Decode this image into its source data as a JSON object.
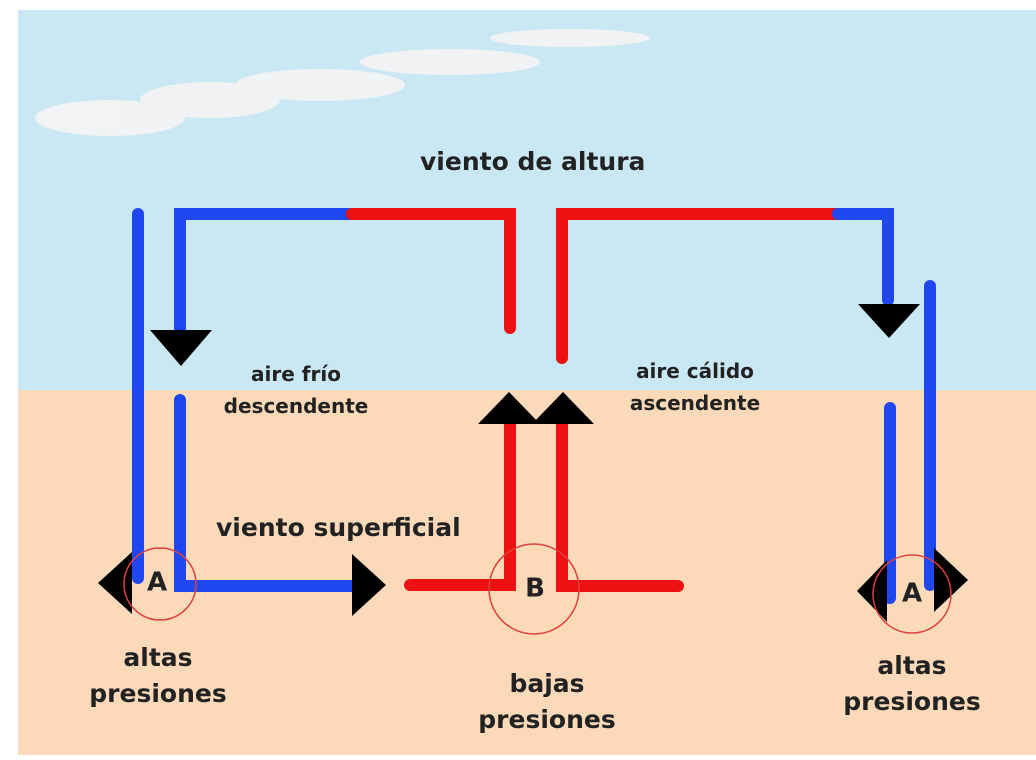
{
  "colors": {
    "sky": "#c9e8f4",
    "ground": "#fbd9b9",
    "cold_air": "#1e47f0",
    "warm_air": "#ee1111",
    "arrow": "#000000",
    "pressure_ring": "#e04040",
    "cloud": "#f3f3f3"
  },
  "labels": {
    "upper_wind": "viento de altura",
    "cold_air_line1": "aire frío",
    "cold_air_line2": "descendente",
    "warm_air_line1": "aire cálido",
    "warm_air_line2": "ascendente",
    "surface_wind": "viento superficial"
  },
  "pressure_centers": [
    {
      "letter": "A",
      "label_line1": "altas",
      "label_line2": "presiones"
    },
    {
      "letter": "B",
      "label_line1": "bajas",
      "label_line2": "presiones"
    },
    {
      "letter": "A",
      "label_line1": "altas",
      "label_line2": "presiones"
    }
  ]
}
